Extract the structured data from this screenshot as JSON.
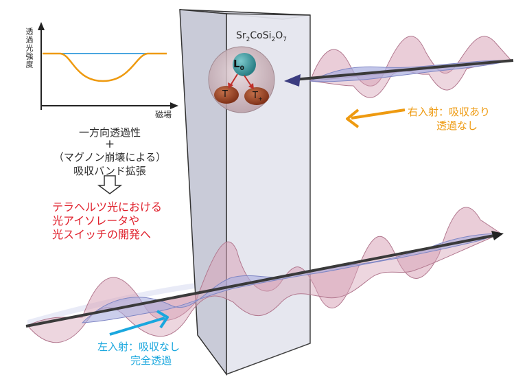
{
  "graph": {
    "ylabel": "透過光強度",
    "xlabel": "磁場"
  },
  "explanation": {
    "line1": "一方向透過性",
    "plus": "+",
    "line2": "（マグノン崩壊による）",
    "line3": "吸収バンド拡張",
    "arrow": "⇩"
  },
  "application": {
    "line1": "テラヘルツ光における",
    "line2": "光アイソレータや",
    "line3": "光スイッチの開発へ"
  },
  "crystal": {
    "formula_parts": [
      "Sr",
      "2",
      "Co",
      "Si",
      "2",
      "O",
      "7"
    ],
    "center_label": "L",
    "center_sub": "0",
    "left_label": "T",
    "right_label": "T",
    "right_sub": "+"
  },
  "right_incidence": {
    "line1": "右入射：吸収あり",
    "line2": "透過なし"
  },
  "left_incidence": {
    "line1": "左入射：吸収なし",
    "line2": "完全透過"
  },
  "colors": {
    "red_text": "#e0202c",
    "orange": "#ee9a10",
    "blue": "#1aa7de",
    "wave_pink": "#d8a4b8",
    "wave_blue": "#a8aee0"
  }
}
